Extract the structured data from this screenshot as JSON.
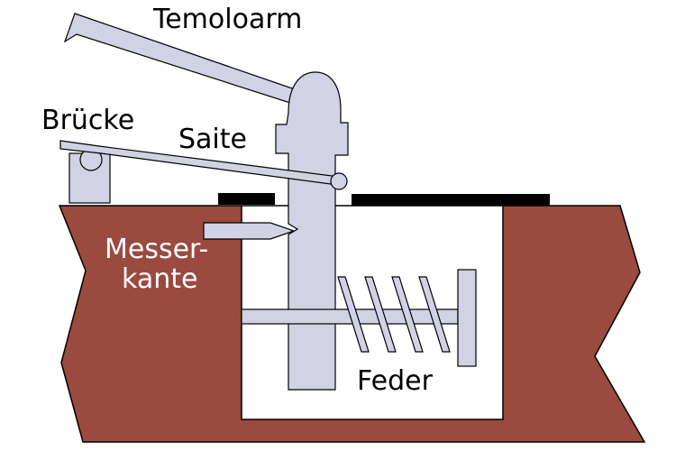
{
  "labels": {
    "tremolo_arm": "Temoloarm",
    "bridge": "Brücke",
    "string": "Saite",
    "knife_edge_line1": "Messer-",
    "knife_edge_line2": "kante",
    "spring": "Feder"
  },
  "colors": {
    "body": "#9a4a3e",
    "metal": "#d2d2e5",
    "stroke": "#000000",
    "plate": "#000000",
    "label_on_white": "#000000",
    "label_on_body": "#ffffff"
  }
}
